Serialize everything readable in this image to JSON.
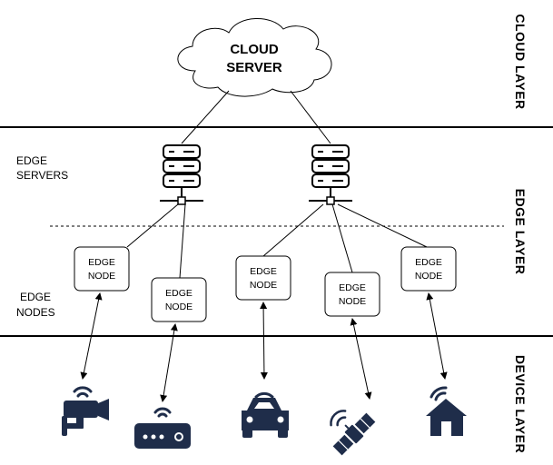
{
  "cloud": {
    "line1": "CLOUD",
    "line2": "SERVER"
  },
  "layers": {
    "cloud": "CLOUD LAYER",
    "edge": "EDGE LAYER",
    "device": "DEVICE LAYER"
  },
  "labels": {
    "edge_servers": {
      "line1": "EDGE",
      "line2": "SERVERS"
    },
    "edge_nodes": {
      "line1": "EDGE",
      "line2": "NODES"
    }
  },
  "nodes": [
    {
      "line1": "EDGE",
      "line2": "NODE"
    },
    {
      "line1": "EDGE",
      "line2": "NODE"
    },
    {
      "line1": "EDGE",
      "line2": "NODE"
    },
    {
      "line1": "EDGE",
      "line2": "NODE"
    },
    {
      "line1": "EDGE",
      "line2": "NODE"
    }
  ],
  "devices": [
    "security-camera-icon",
    "router-icon",
    "car-icon",
    "satellite-icon",
    "smart-home-icon"
  ],
  "colors": {
    "icon": "#1f2d4a",
    "line": "#000000"
  }
}
